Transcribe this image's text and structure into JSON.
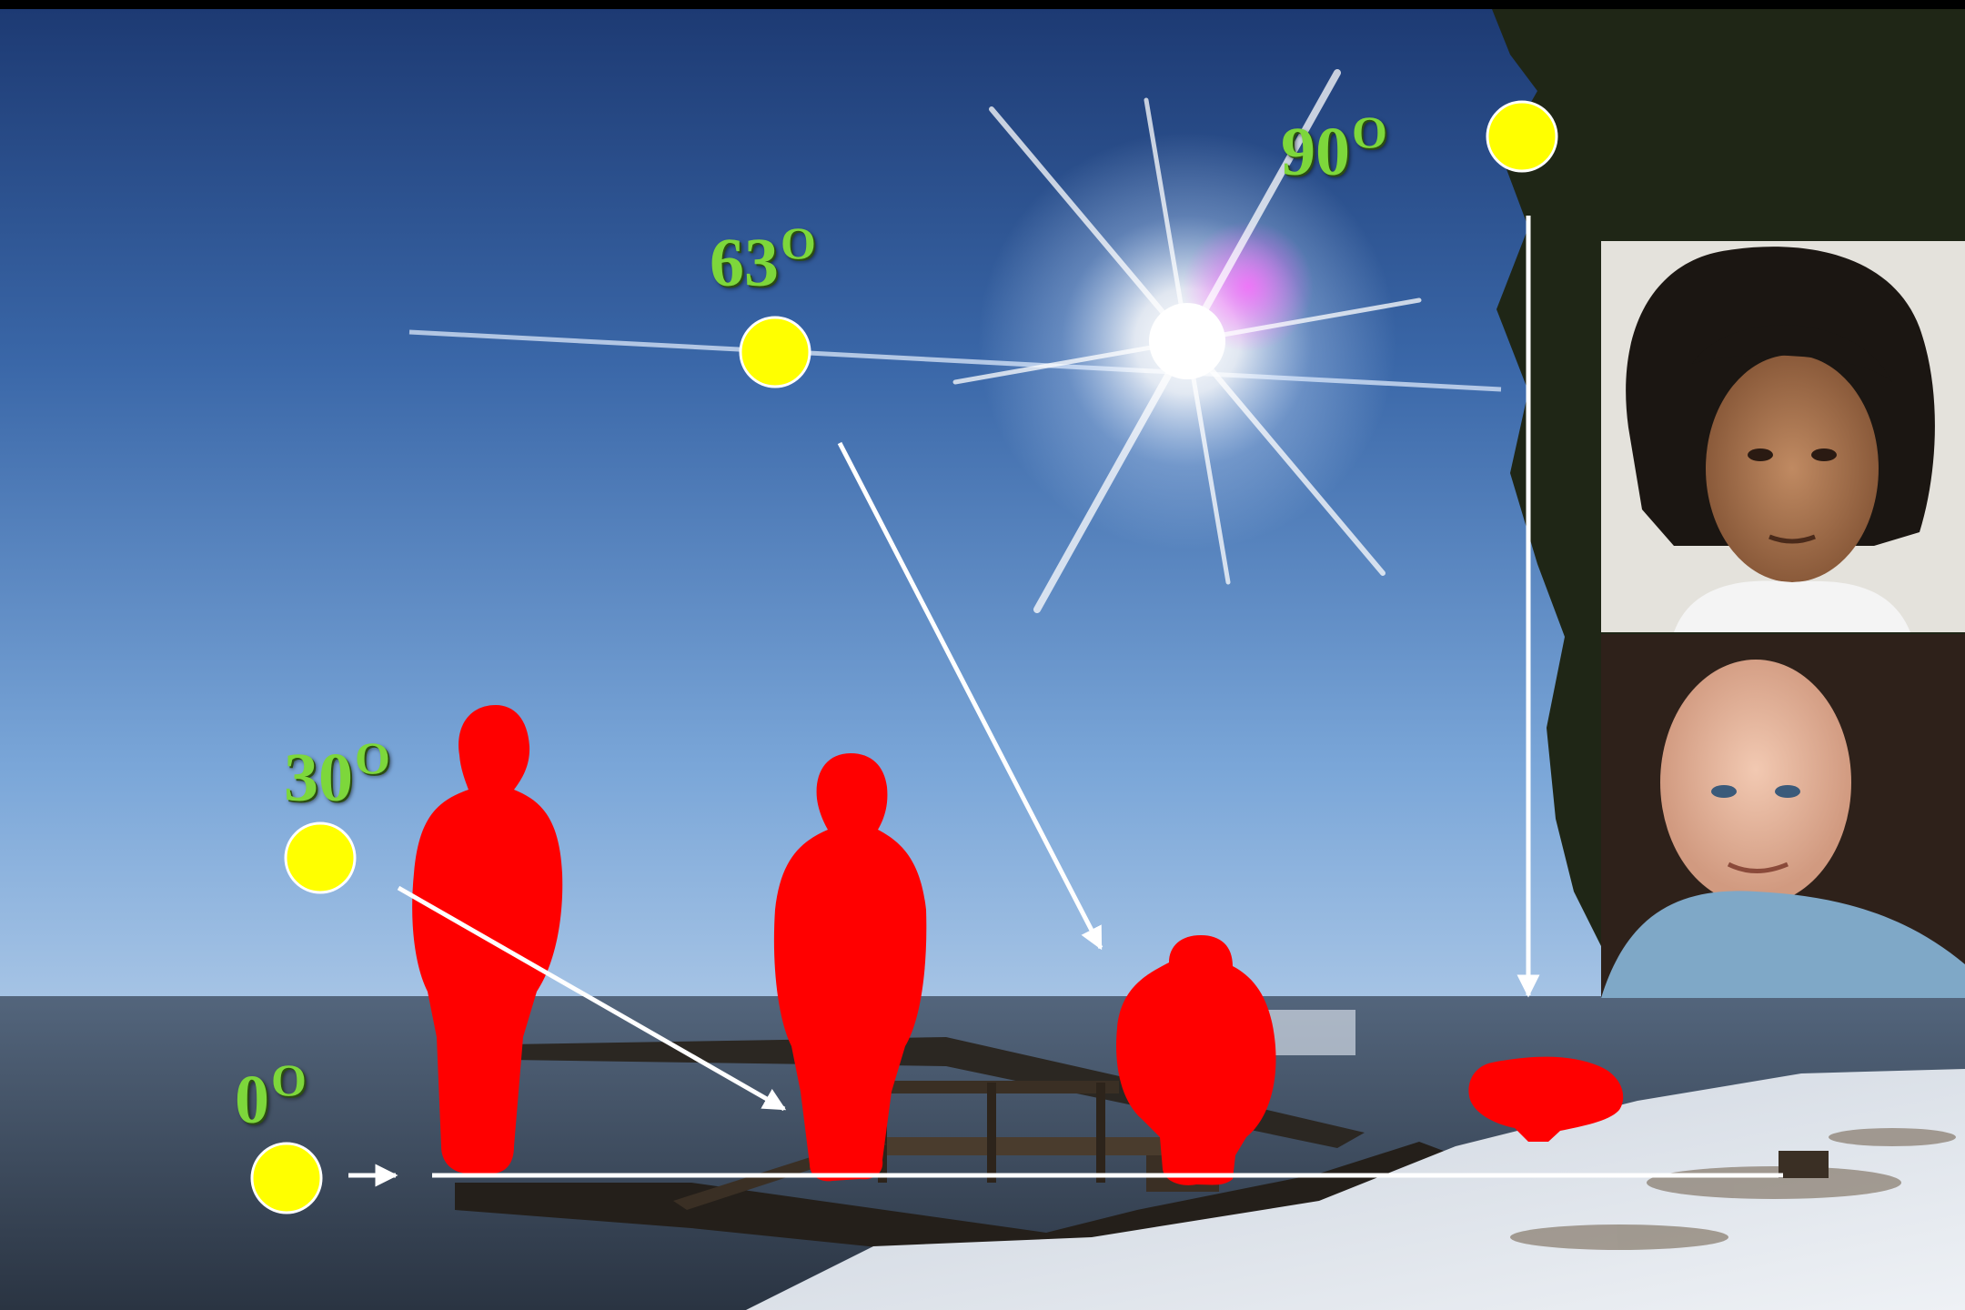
{
  "angles": [
    {
      "value": "0",
      "unit": "O"
    },
    {
      "value": "30",
      "unit": "O"
    },
    {
      "value": "63",
      "unit": "O"
    },
    {
      "value": "90",
      "unit": "O"
    }
  ],
  "colors": {
    "label": "#7dd73b",
    "sun_marker": "#ffff00",
    "silhouette": "#ff0000",
    "arrow": "#ffffff"
  },
  "icons": [
    "sun-marker",
    "person-silhouette",
    "arrow"
  ]
}
